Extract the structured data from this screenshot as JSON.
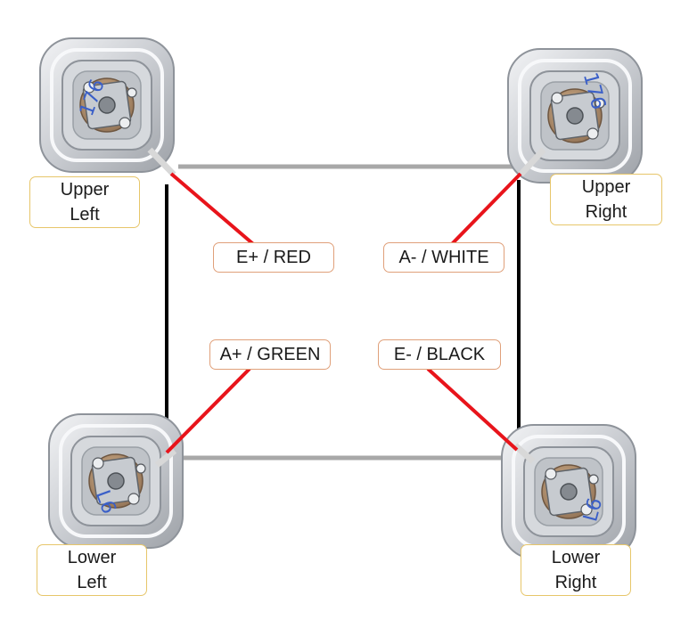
{
  "cells": {
    "upper_left": {
      "label": "Upper\nLeft",
      "marking": "176"
    },
    "upper_right": {
      "label": "Upper\nRight",
      "marking": "176"
    },
    "lower_left": {
      "label": "Lower\nLeft",
      "marking": "L6"
    },
    "lower_right": {
      "label": "Lower\nRight",
      "marking": "L6"
    }
  },
  "wires": {
    "e_plus": {
      "label": "E+ / RED",
      "color": "#e8141b"
    },
    "a_minus": {
      "label": "A- / WHITE",
      "color": "#e8141b"
    },
    "a_plus": {
      "label": "A+ / GREEN",
      "color": "#e8141b"
    },
    "e_minus": {
      "label": "E- / BLACK",
      "color": "#e8141b"
    }
  },
  "colors": {
    "grey_wire": "#a8a8a8",
    "black_wire": "#000000",
    "signal_wire": "#e8141b",
    "corner_label_border": "#e7c66a",
    "wire_label_border": "#e0a07a"
  }
}
